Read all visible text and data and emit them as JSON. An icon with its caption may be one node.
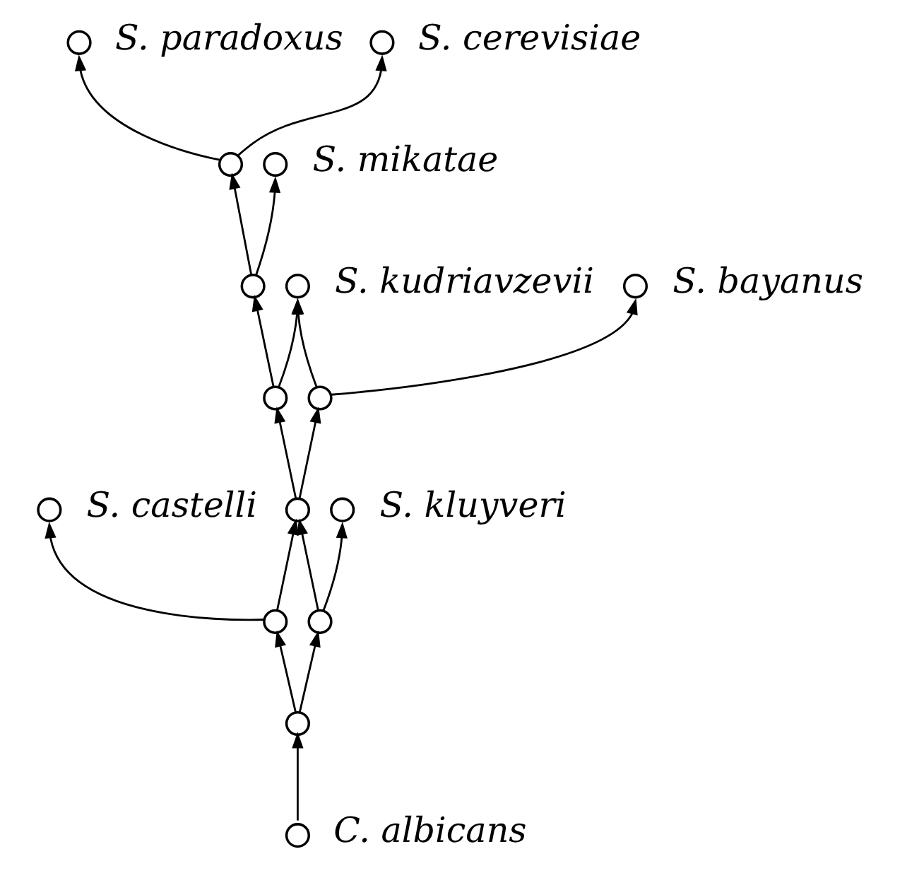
{
  "diagram": {
    "nodes": [
      {
        "text": [],
        "shape": "circle",
        "beside": [
          "S. paradoxus"
        ]
      },
      {
        "text": [],
        "shape": "circle",
        "beside": [
          "S. cerevisiae"
        ]
      },
      {
        "text": [],
        "shape": "circle"
      },
      {
        "text": [],
        "shape": "circle",
        "beside": [
          "S. mikatae"
        ]
      },
      {
        "text": [],
        "shape": "circle"
      },
      {
        "text": [],
        "shape": "circle",
        "beside": [
          "S. kudriavzevii"
        ]
      },
      {
        "text": [],
        "shape": "circle",
        "beside": [
          "S. bayanus"
        ]
      },
      {
        "text": [],
        "shape": "circle"
      },
      {
        "text": [],
        "shape": "circle"
      },
      {
        "text": [],
        "shape": "circle",
        "beside": [
          "S. castelli"
        ]
      },
      {
        "text": [],
        "shape": "circle"
      },
      {
        "text": [],
        "shape": "circle",
        "beside": [
          "S. kluyveri"
        ]
      },
      {
        "text": [],
        "shape": "circle"
      },
      {
        "text": [],
        "shape": "circle"
      },
      {
        "text": [],
        "shape": "circle"
      },
      {
        "text": [],
        "shape": "circle",
        "beside": [
          "C. albicans"
        ]
      }
    ],
    "edges": [
      {
        "from": 15,
        "to": 14,
        "arrow": "to"
      },
      {
        "from": 14,
        "to": 12,
        "arrow": "to"
      },
      {
        "from": 14,
        "to": 13,
        "arrow": "to"
      },
      {
        "from": 12,
        "to": 9,
        "arrow": "to"
      },
      {
        "from": 12,
        "to": 10,
        "arrow": "to"
      },
      {
        "from": 13,
        "to": 10,
        "arrow": "to"
      },
      {
        "from": 13,
        "to": 11,
        "arrow": "to"
      },
      {
        "from": 10,
        "to": 7,
        "arrow": "to"
      },
      {
        "from": 10,
        "to": 8,
        "arrow": "to"
      },
      {
        "from": 7,
        "to": 4,
        "arrow": "to"
      },
      {
        "from": 7,
        "to": 5,
        "arrow": "to"
      },
      {
        "from": 8,
        "to": 5,
        "arrow": "to"
      },
      {
        "from": 8,
        "to": 6,
        "arrow": "to"
      },
      {
        "from": 4,
        "to": 2,
        "arrow": "to"
      },
      {
        "from": 4,
        "to": 3,
        "arrow": "to"
      },
      {
        "from": 2,
        "to": 0,
        "arrow": "to"
      },
      {
        "from": 2,
        "to": 1,
        "arrow": "to"
      }
    ]
  }
}
